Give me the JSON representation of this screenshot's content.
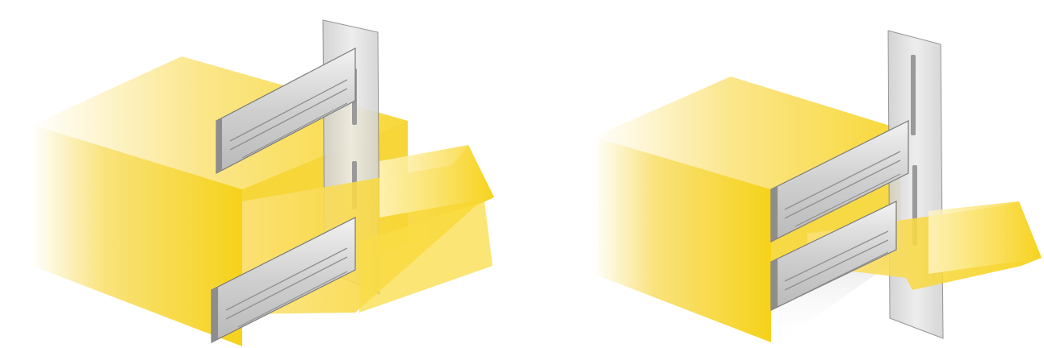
{
  "diagrams": [
    {
      "id": "left",
      "flow_color": "#f7d21c",
      "panel_color": "#d9d9d9",
      "blade_color": "#c9c9c9",
      "louvers": 2
    },
    {
      "id": "right",
      "flow_color": "#f7d21c",
      "panel_color": "#d9d9d9",
      "blade_color": "#c9c9c9",
      "louvers": 2
    }
  ]
}
